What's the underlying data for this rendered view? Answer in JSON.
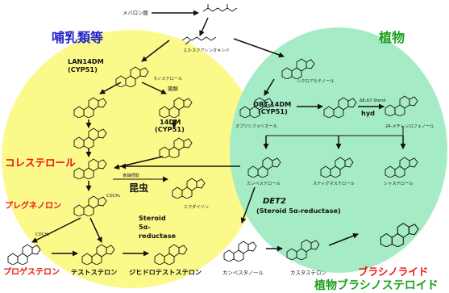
{
  "colors": {
    "yellow_region": "#fbf98a",
    "green_region": "#a5ecc6",
    "blue_text": "#2323c8",
    "green_text": "#1ca01c",
    "red_text": "#ee1111"
  },
  "regions": {
    "mammal": "哺乳類等",
    "plant": "植物"
  },
  "top": {
    "mevalonate": "メバロン酸",
    "oxidosqualene": "2,3-スクアレンオキシド"
  },
  "mammal": {
    "enzyme_lan14dm": "LAN14DM",
    "enzyme_lan14dm_sub": "(CYP51)",
    "lanosterol": "ラノステロール",
    "fungi": "菌類",
    "enzyme_14dm": "14DM",
    "enzyme_14dm_sub": "(CYP51)",
    "cholesterol": "コレステロール",
    "dietary_intake": "食餌摂取",
    "insect": "昆虫",
    "ecdysone": "エクダイソン",
    "pregnenolone": "プレグネノロン",
    "coch3_a": "COCH₃",
    "coch3_b": "COCH₃",
    "reductase_line1": "Steroid",
    "reductase_line2": "5α-",
    "reductase_line3": "reductase"
  },
  "plant": {
    "cycloartenol": "シクロアルテノール",
    "enzyme_obt": "OBT-14DM",
    "enzyme_obt_sub": "(CYP51)",
    "obtusifoliol": "オブツシフォリオール",
    "epoxide_label": "Δ8,Δ7-Sterol",
    "hyd": "hyd",
    "methylenelophenol": "24-メチレンロフェノール",
    "campesterol": "カンペステロール",
    "stigmasterol": "スティグマステロール",
    "sitosterol": "シトステロール",
    "det2": "DET2",
    "det2_desc": "(Steroid 5α-reductase)"
  },
  "bottom": {
    "progesterone": "プロゲステロン",
    "testosterone": "テストステロン",
    "dht": "ジヒドロテストステロン",
    "campestanol": "カンペスタノール",
    "castasterone": "カスタステロン",
    "brassinolide": "ブラシノライド",
    "plant_brassinosteroid": "植物ブラシノステロイド"
  }
}
